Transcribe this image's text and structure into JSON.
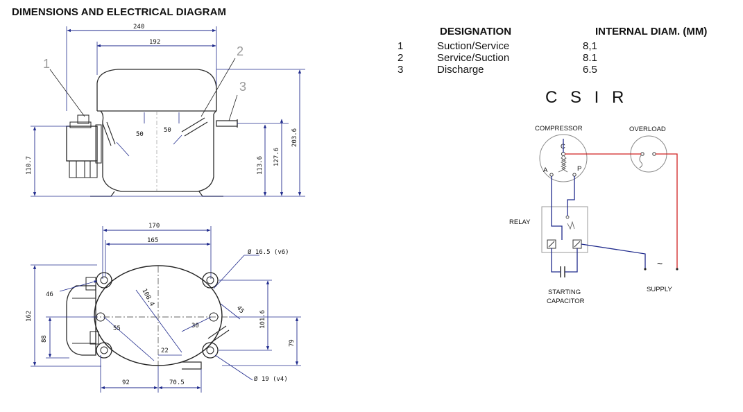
{
  "header": {
    "title": "DIMENSIONS AND ELECTRICAL DIAGRAM"
  },
  "designation_table": {
    "headers": {
      "designation": "DESIGNATION",
      "internal_diam": "INTERNAL DIAM. (MM)"
    },
    "rows": [
      {
        "num": "1",
        "designation": "Suction/Service",
        "diam": "8,1"
      },
      {
        "num": "2",
        "designation": "Service/Suction",
        "diam": "8.1"
      },
      {
        "num": "3",
        "designation": "Discharge",
        "diam": "6.5"
      }
    ]
  },
  "wiring": {
    "title": "C S I R",
    "compressor": "COMPRESSOR",
    "overload": "OVERLOAD",
    "relay": "RELAY",
    "starting_capacitor_line1": "STARTING",
    "starting_capacitor_line2": "CAPACITOR",
    "supply": "SUPPLY",
    "terminal_c": "C",
    "terminal_a": "A",
    "terminal_p": "P",
    "supply_symbol": "~",
    "colors": {
      "wire_blue": "#1f2a8c",
      "wire_red": "#d02020"
    }
  },
  "side_view": {
    "callouts": [
      "1",
      "2",
      "3"
    ],
    "dims": {
      "width_overall": "240",
      "width_shell": "192",
      "height_left": "110.7",
      "height_1": "113.6",
      "height_2": "127.6",
      "height_total": "203.6",
      "angle_1": "50",
      "angle_2": "50"
    }
  },
  "top_view": {
    "dims": {
      "width_170": "170",
      "width_165": "165",
      "hole_top": "Ø 16.5 (v6)",
      "hole_bottom": "Ø 19 (v4)",
      "dim_46": "46",
      "dim_162": "162",
      "dim_88": "88",
      "dim_108": "108.4",
      "dim_55": "55",
      "dim_30": "30",
      "dim_22": "22",
      "dim_45": "45",
      "dim_101": "101.6",
      "dim_79": "79",
      "dim_92": "92",
      "dim_705": "70.5"
    }
  }
}
